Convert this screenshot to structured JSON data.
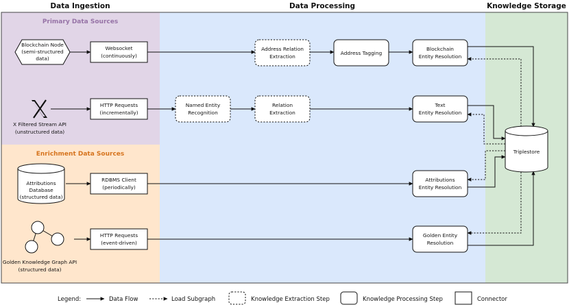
{
  "columns": {
    "ingestion": "Data Ingestion",
    "processing": "Data Processing",
    "storage": "Knowledge Storage"
  },
  "groups": {
    "primary": "Primary Data Sources",
    "enrichment": "Enrichment Data Sources"
  },
  "colors": {
    "primary_bg": "#e1d5e7",
    "enrichment_bg": "#ffe6cc",
    "processing_bg": "#dae8fc",
    "storage_bg": "#d5e8d4",
    "primary_label": "#9673a6",
    "enrichment_label": "#d6741e"
  },
  "nodes": {
    "blockchain_node": [
      "Blockchain Node",
      "(semi-structured",
      "data)"
    ],
    "x_stream": [
      "X Filtered Stream API",
      "(unstructured data)"
    ],
    "attributions_db": [
      "Attributions",
      "Database",
      "(structured data)"
    ],
    "golden_kg": [
      "Golden Knowledge Graph API",
      "(structured data)"
    ],
    "websocket": [
      "Websocket",
      "(continuously)"
    ],
    "http_incremental": [
      "HTTP Requests",
      "(incrementally)"
    ],
    "rdbms_client": [
      "RDBMS Client",
      "(periodically)"
    ],
    "http_event": [
      "HTTP Requests",
      "(event-driven)"
    ],
    "address_relation": [
      "Address Relation",
      "Extraction"
    ],
    "address_tagging": [
      "Address Tagging"
    ],
    "ner": [
      "Named Entity",
      "Recognition"
    ],
    "relation_extraction": [
      "Relation",
      "Extraction"
    ],
    "blockchain_er": [
      "Blockchain",
      "Entity Resolution"
    ],
    "text_er": [
      "Text",
      "Entity Resolution"
    ],
    "attributions_er": [
      "Attributions",
      "Entity Resolution"
    ],
    "golden_er": [
      "Golden Entity",
      "Resolution"
    ],
    "triplestore": [
      "Triplestore"
    ]
  },
  "legend": {
    "title": "Legend:",
    "data_flow": "Data Flow",
    "load_subgraph": "Load Subgraph",
    "extraction_step": "Knowledge Extraction Step",
    "processing_step": "Knowledge Processing Step",
    "connector": "Connector"
  }
}
